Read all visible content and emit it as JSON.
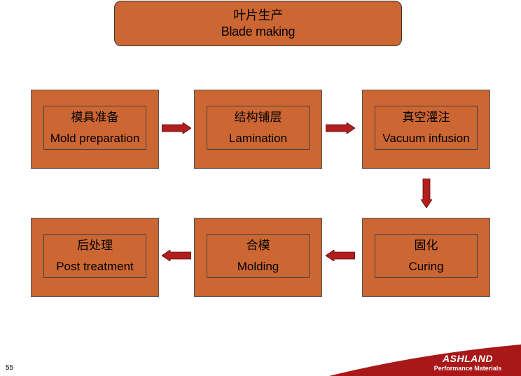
{
  "title": {
    "zh": "叶片生产",
    "en": "Blade making"
  },
  "steps": [
    {
      "zh": "模具准备",
      "en": "Mold preparation"
    },
    {
      "zh": "结构铺层",
      "en": "Lamination"
    },
    {
      "zh": "真空灌注",
      "en": "Vacuum infusion"
    },
    {
      "zh": "固化",
      "en": "Curing"
    },
    {
      "zh": "合模",
      "en": "Molding"
    },
    {
      "zh": "后处理",
      "en": "Post treatment"
    }
  ],
  "footer": {
    "page_number": "55",
    "brand": "ASHLAND",
    "tagline": "Performance Materials"
  },
  "colors": {
    "box_fill": "#cc6633",
    "arrow_fill": "#b21e1e",
    "footer_band": "#a81818"
  }
}
